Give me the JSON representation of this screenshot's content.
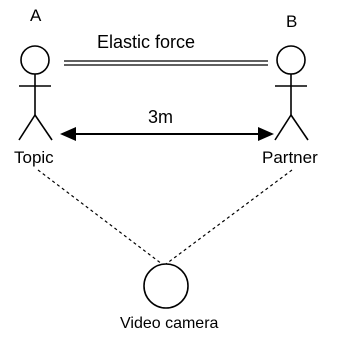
{
  "diagram": {
    "person_a": {
      "letter": "A",
      "role": "Topic"
    },
    "person_b": {
      "letter": "B",
      "role": "Partner"
    },
    "connection_label": "Elastic force",
    "distance_label": "3m",
    "camera_label": "Video camera"
  },
  "colors": {
    "stroke": "#000000",
    "background": "#ffffff"
  }
}
